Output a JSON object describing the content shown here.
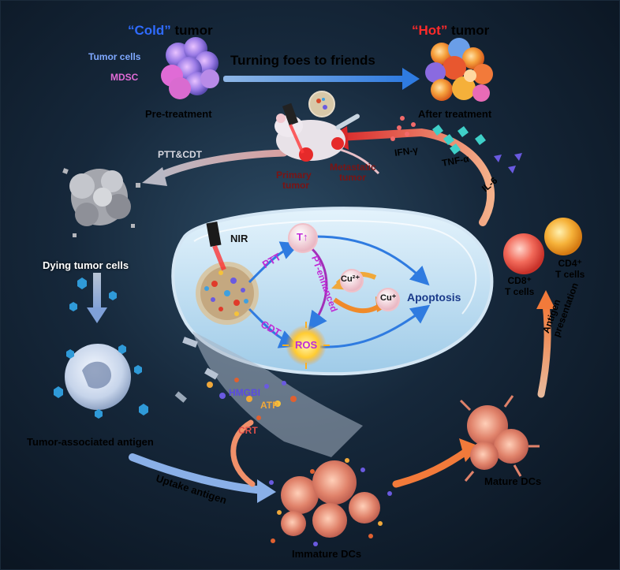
{
  "header": {
    "cold_word": "“Cold”",
    "cold_rest": " tumor",
    "hot_word": "“Hot”",
    "hot_rest": " tumor",
    "turning": "Turning foes to friends"
  },
  "labels": {
    "tumor_cells": "Tumor cells",
    "mdsc": "MDSC",
    "pre_treatment": "Pre-treatment",
    "after_treatment": "After treatment",
    "ptt_cdt": "PTT&CDT",
    "primary_1": "Primary",
    "primary_2": "tumor",
    "metastatic_1": "Metastatic",
    "metastatic_2": "tumor",
    "ifn": "IFN-γ",
    "tnf": "TNF-α",
    "il6": "IL-6",
    "nir": "NIR",
    "ptt": "PTT",
    "cdt": "CDT",
    "t_up": "T↑",
    "ros": "ROS",
    "pt_enhanced": "PT-enhanced",
    "cu2": "Cu²⁺",
    "cu1": "Cu⁺",
    "apoptosis": "Apoptosis",
    "dying": "Dying tumor cells",
    "antigen": "Tumor-associated antigen",
    "hmgb": "HMGBI",
    "atp": "ATP",
    "crt": "CRT",
    "uptake": "Uptake antigen",
    "immature": "Immature DCs",
    "mature": "Mature DCs",
    "antigen_pres_1": "Antigen",
    "antigen_pres_2": "presentation",
    "cd8_1": "CD8⁺",
    "cd8_2": "T cells",
    "cd4_1": "CD4⁺",
    "cd4_2": "T cells"
  },
  "colors": {
    "cold": "#2f6bff",
    "hot": "#ff2a2a",
    "bg_dark": "#0d1b2a",
    "arrow_red": "#d8282a",
    "arrow_blue": "#2f8be0",
    "arrow_orange": "#f07a2a",
    "purple_text": "#c02bd6",
    "basin": "#bfe0f5"
  }
}
